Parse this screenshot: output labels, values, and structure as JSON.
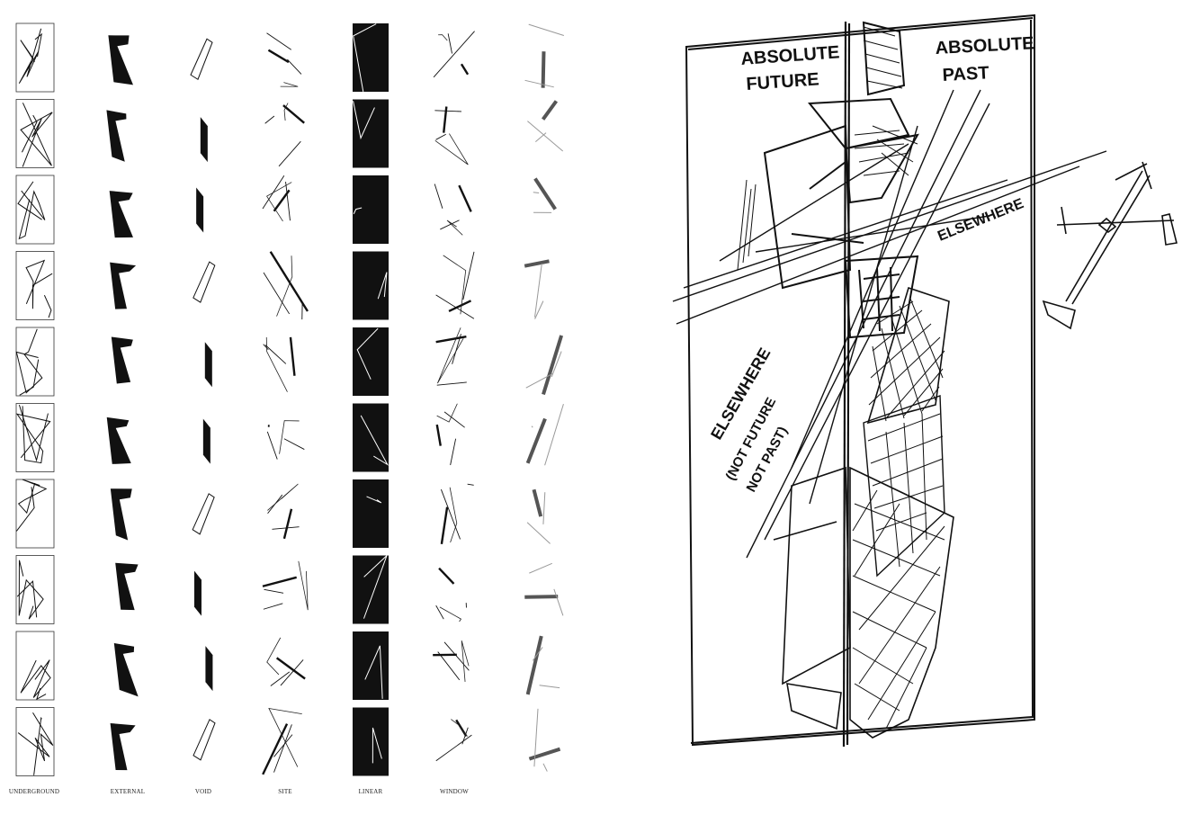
{
  "grid": {
    "rows": 10,
    "columns": [
      {
        "key": "underground",
        "label": "UNDERGROUND",
        "style": "outline"
      },
      {
        "key": "external",
        "label": "EXTERNAL",
        "style": "solid"
      },
      {
        "key": "void",
        "label": "VOID",
        "style": "thin"
      },
      {
        "key": "site",
        "label": "SITE",
        "style": "lines"
      },
      {
        "key": "linear",
        "label": "LINEAR",
        "style": "inverted"
      },
      {
        "key": "window",
        "label": "WINDOW",
        "style": "lines"
      },
      {
        "key": "sheet",
        "label": "",
        "style": "gray"
      }
    ]
  },
  "sketch": {
    "label_absolute_future_1": "ABSOLUTE",
    "label_absolute_future_2": "FUTURE",
    "label_absolute_past_1": "ABSOLUTE",
    "label_absolute_past_2": "PAST",
    "label_elsewhere_right": "ELSEWHERE",
    "label_elsewhere_left": "ELSEWHERE",
    "label_not_future": "(NOT FUTURE",
    "label_not_past": "NOT PAST)"
  }
}
